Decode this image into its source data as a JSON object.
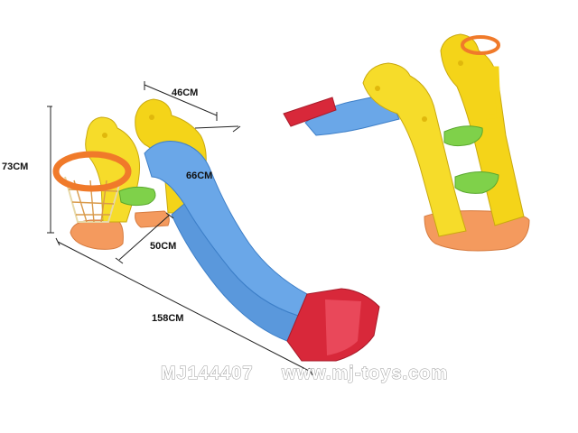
{
  "dimensions": {
    "width_label": "46CM",
    "height_label": "73CM",
    "slide_label": "66CM",
    "depth_label": "50CM",
    "length_label": "158CM"
  },
  "watermark": {
    "model": "MJ144407",
    "site": "www.mj-toys.com"
  },
  "colors": {
    "slide_blue": "#6aa7e8",
    "frame_yellow": "#f4d419",
    "base_orange": "#f49a5e",
    "hoop_orange": "#f07a2a",
    "step_green": "#7fd14a",
    "end_red": "#d8283a"
  }
}
